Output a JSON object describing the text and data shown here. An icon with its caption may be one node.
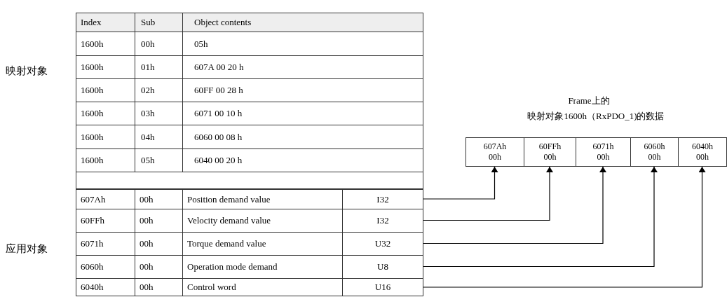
{
  "diagram": {
    "nodes": [
      {
        "text": [
          "Index",
          "Sub",
          "Object contents"
        ]
      },
      {
        "text": [
          "1600h",
          "00h",
          "05h"
        ]
      },
      {
        "text": [
          "1600h",
          "01h",
          "607A 00 20 h"
        ]
      },
      {
        "text": [
          "1600h",
          "02h",
          "60FF 00 28 h"
        ]
      },
      {
        "text": [
          "1600h",
          "03h",
          "6071 00 10 h"
        ]
      },
      {
        "text": [
          "1600h",
          "04h",
          "6060 00 08 h"
        ]
      },
      {
        "text": [
          "1600h",
          "05h",
          "6040 00 20 h"
        ]
      },
      {
        "text": [],
        "shape": "box"
      },
      {
        "text": [
          "607Ah",
          "00h",
          "Position demand value",
          "I32"
        ]
      },
      {
        "text": [
          "60FFh",
          "00h",
          "Velocity demand value",
          "I32"
        ]
      },
      {
        "text": [
          "6071h",
          "00h",
          "Torque demand value",
          "U32"
        ]
      },
      {
        "text": [
          "6060h",
          "00h",
          "Operation mode demand",
          "U8"
        ]
      },
      {
        "text": [
          "6040h",
          "00h",
          "Control word",
          "U16"
        ]
      },
      {
        "text": [
          "607Ah",
          "00h"
        ]
      },
      {
        "text": [
          "60FFh",
          "00h"
        ]
      },
      {
        "text": [
          "6071h",
          "00h"
        ]
      },
      {
        "text": [
          "6060h",
          "00h"
        ]
      },
      {
        "text": [
          "6040h",
          "00h"
        ]
      }
    ],
    "edges": [
      {
        "from": 8,
        "to": 13,
        "arrow": "to"
      },
      {
        "from": 9,
        "to": 14,
        "arrow": "to"
      },
      {
        "from": 10,
        "to": 15,
        "arrow": "to"
      },
      {
        "from": 11,
        "to": 16,
        "arrow": "to"
      },
      {
        "from": 12,
        "to": 17,
        "arrow": "to"
      }
    ],
    "labels": [
      "映射对象",
      "Frame上的",
      "映射对象1600h（RxPDO_1)的数据",
      "应用对象"
    ]
  }
}
